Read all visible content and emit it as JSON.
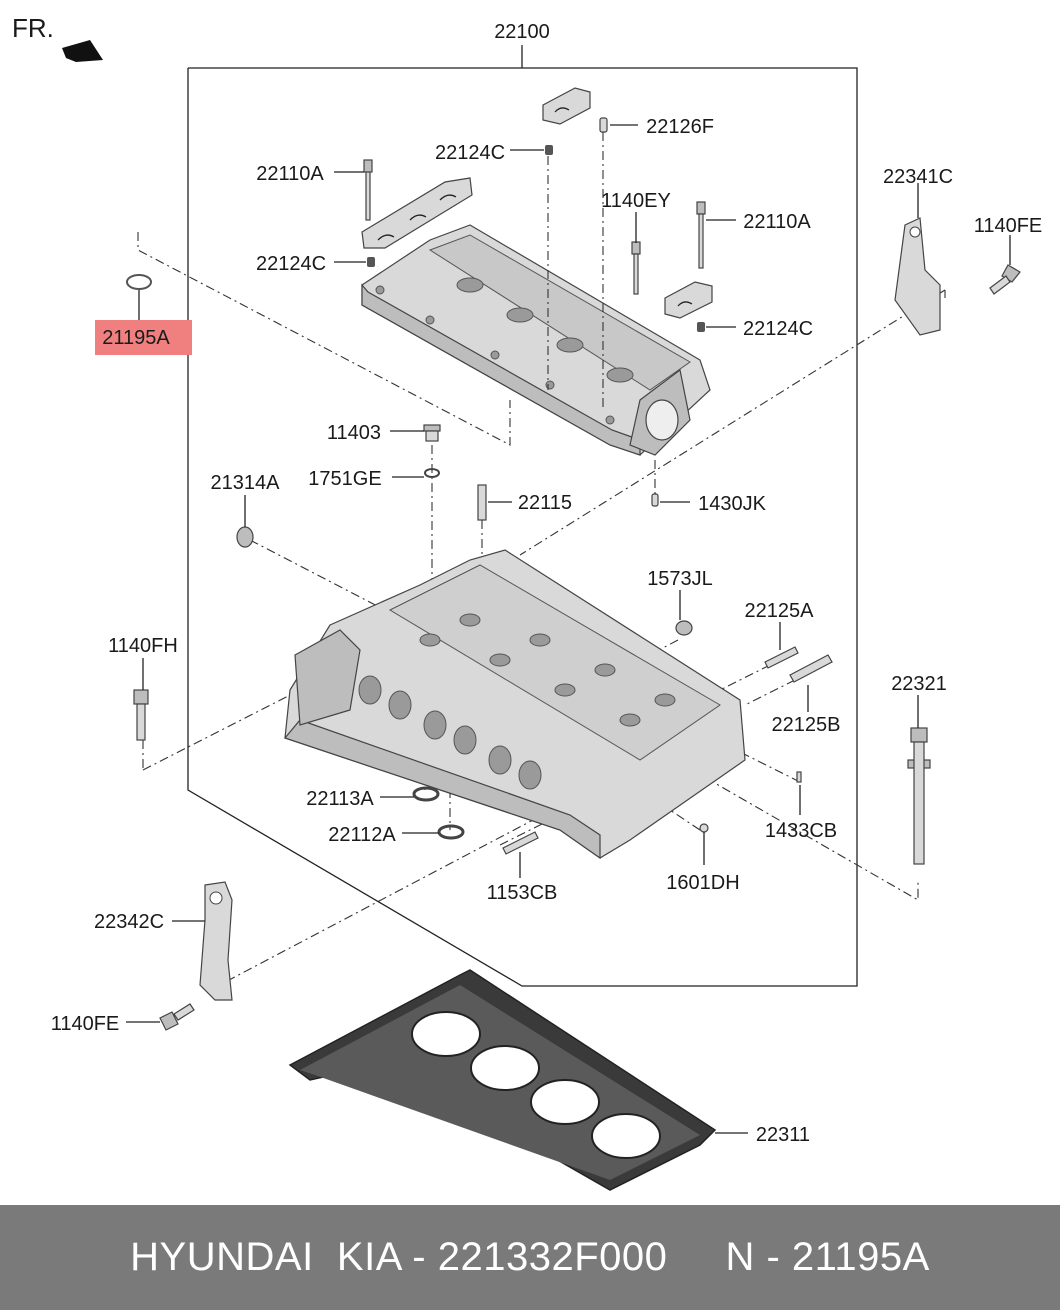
{
  "orientation_label": "FR.",
  "colors": {
    "highlight": "#f08080",
    "footer_bg": "#7a7a7a"
  },
  "labels": {
    "p22100": "22100",
    "p22126F": "22126F",
    "p22124C_top": "22124C",
    "p22110A_left": "22110A",
    "p1140EY": "1140EY",
    "p22110A_right": "22110A",
    "p22341C": "22341C",
    "p1140FE_right": "1140FE",
    "p22124C_left": "22124C",
    "p21195A": "21195A",
    "p22124C_right": "22124C",
    "p11403": "11403",
    "p1751GE": "1751GE",
    "p21314A": "21314A",
    "p22115": "22115",
    "p1430JK": "1430JK",
    "p1573JL": "1573JL",
    "p22125A": "22125A",
    "p1140FH": "1140FH",
    "p22125B": "22125B",
    "p22321": "22321",
    "p22113A": "22113A",
    "p22112A": "22112A",
    "p1433CB": "1433CB",
    "p1153CB": "1153CB",
    "p1601DH": "1601DH",
    "p22342C": "22342C",
    "p1140FE_left": "1140FE",
    "p22311": "22311"
  },
  "footer": {
    "text": "HYUNDAI  KIA - 221332F000     N - 21195A"
  }
}
